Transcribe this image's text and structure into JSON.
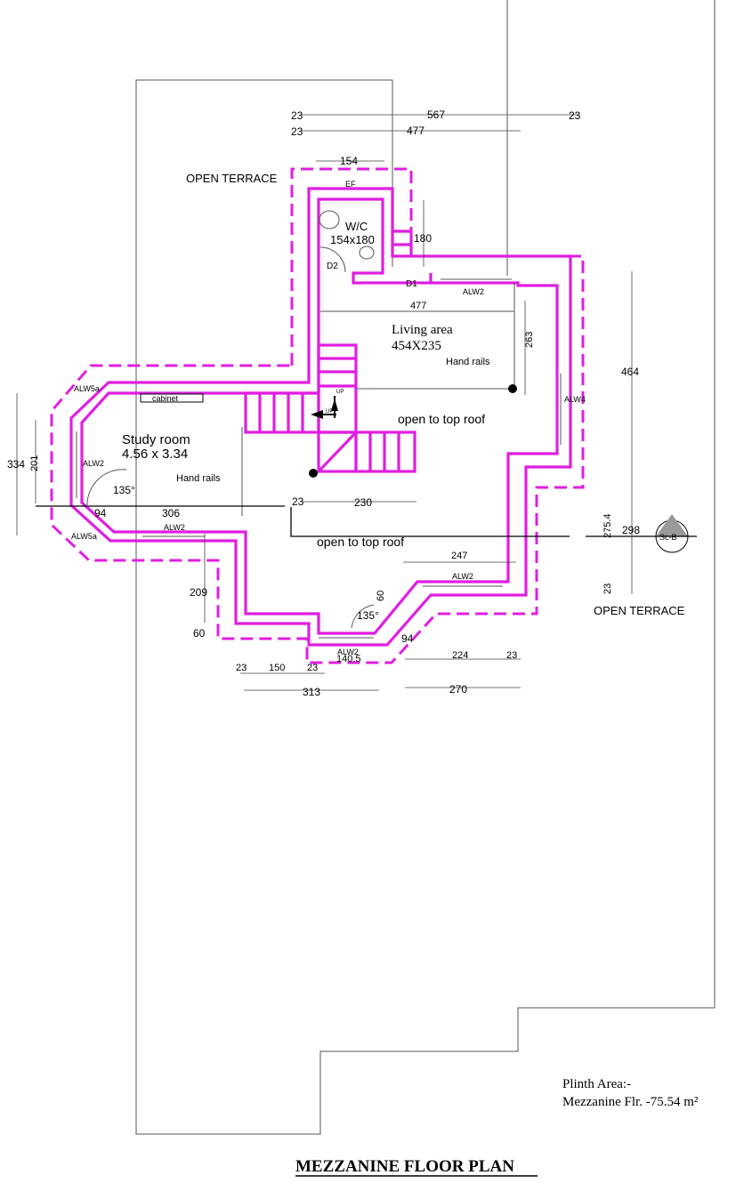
{
  "title": "MEZZANINE FLOOR PLAN",
  "plinth_area": {
    "heading": "Plinth Area:-",
    "value": "Mezzanine Flr. -75.54 m²"
  },
  "rooms": {
    "wc_name": "W/C",
    "wc_size": "154x180",
    "living_name": "Living area",
    "living_size": "454X235",
    "study_name": "Study room",
    "study_size": "4.56 x 3.34",
    "cabinet": "cabinet"
  },
  "labels": {
    "open_terrace_top": "OPEN  TERRACE",
    "open_terrace_right": "OPEN  TERRACE",
    "open_top_roof_1": "open to top roof",
    "open_top_roof_2": "open to top roof",
    "hand_rails_living": "Hand rails",
    "hand_rails_study": "Hand rails",
    "up_1": "UP",
    "up_2": "UP",
    "section_mark": "Sc-B",
    "ef": "EF",
    "d1": "D1",
    "d2": "D2"
  },
  "windows": {
    "alw2_living": "ALW2",
    "alw4": "ALW4",
    "alw5a_top": "ALW5a",
    "alw5a_bottom": "ALW5a",
    "alw2_study_left": "ALW2",
    "alw2_study_bottom": "ALW2",
    "alw2_right": "ALW2",
    "alw2_bottom": "ALW2"
  },
  "dimensions": {
    "top_23_a": "23",
    "top_567": "567",
    "top_23_b": "23",
    "top_23_c": "23",
    "top_477": "477",
    "d154": "154",
    "d180": "180",
    "d477_inner": "477",
    "d263": "263",
    "d464": "464",
    "d334": "334",
    "d201": "201",
    "d135_left": "135°",
    "d94_left": "94",
    "d306": "306",
    "d23_mid": "23",
    "d230": "230",
    "d275_4": "275.4",
    "d298": "298",
    "d23_right": "23",
    "d247": "247",
    "d60_right": "60",
    "d135_bottom": "135°",
    "d94_bottom": "94",
    "d140_5": "140.5",
    "d209": "209",
    "d60_left": "60",
    "d23_b1": "23",
    "d150": "150",
    "d23_b2": "23",
    "d224": "224",
    "d23_b3": "23",
    "d313": "313",
    "d270": "270"
  }
}
